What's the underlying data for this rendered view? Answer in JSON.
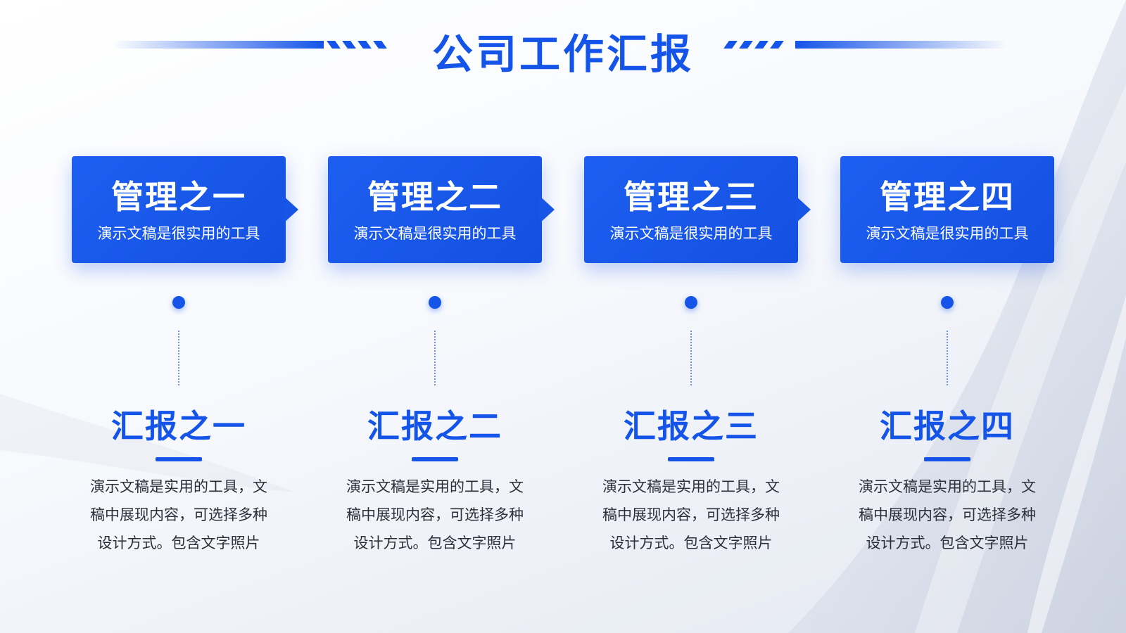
{
  "page": {
    "title": "公司工作汇报",
    "accent_color": "#1554e8"
  },
  "columns": [
    {
      "card_title": "管理之一",
      "card_subtitle": "演示文稿是很实用的工具",
      "section_title": "汇报之一",
      "body_lines": [
        "演示文稿是实用的工具，文",
        "稿中展现内容，可选择多种",
        "设计方式。包含文字照片"
      ]
    },
    {
      "card_title": "管理之二",
      "card_subtitle": "演示文稿是很实用的工具",
      "section_title": "汇报之二",
      "body_lines": [
        "演示文稿是实用的工具，文",
        "稿中展现内容，可选择多种",
        "设计方式。包含文字照片"
      ]
    },
    {
      "card_title": "管理之三",
      "card_subtitle": "演示文稿是很实用的工具",
      "section_title": "汇报之三",
      "body_lines": [
        "演示文稿是实用的工具，文",
        "稿中展现内容，可选择多种",
        "设计方式。包含文字照片"
      ]
    },
    {
      "card_title": "管理之四",
      "card_subtitle": "演示文稿是很实用的工具",
      "section_title": "汇报之四",
      "body_lines": [
        "演示文稿是实用的工具，文",
        "稿中展现内容，可选择多种",
        "设计方式。包含文字照片"
      ]
    }
  ]
}
